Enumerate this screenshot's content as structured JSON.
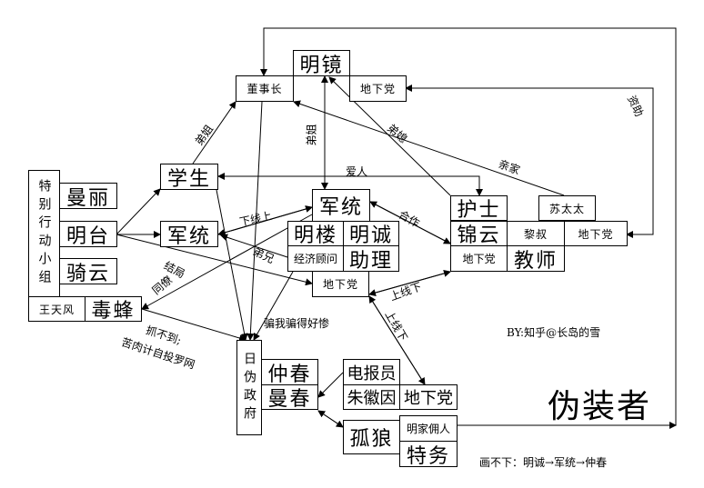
{
  "title": "伪装者",
  "credit": "BY:知乎@长岛的雪",
  "footnote": "画不下：明诚→军统→仲春",
  "nodes": {
    "mingjing": "明镜",
    "chairman": "董事长",
    "mj_party": "地下党",
    "student": "学生",
    "squad": "特别行动小组",
    "manli": "曼丽",
    "mingtai": "明台",
    "qiyun": "骑云",
    "wangtianfeng": "王天风",
    "dufeng": "毒蜂",
    "juntong_left": "军统",
    "juntong_center": "军统",
    "minglou": "明楼",
    "mingcheng": "明诚",
    "econ_advisor": "经济顾问",
    "assistant": "助理",
    "ml_party": "地下党",
    "nurse": "护士",
    "mrs_su": "苏太太",
    "jinyun": "锦云",
    "lishu": "黎叔",
    "ls_party": "地下党",
    "jy_party": "地下党",
    "teacher": "教师",
    "puppet_gov": "日伪政府",
    "zhongchun": "仲春",
    "manchun": "曼春",
    "telegrapher": "电报员",
    "zhuhuiyin": "朱徽因",
    "zh_party": "地下党",
    "servant": "明家佣人",
    "agent": "特务",
    "lonewolf": "孤狼"
  },
  "edges": {
    "sibling_student": "弟姐",
    "sibling_juntong": "弟姐",
    "sister_in_law": "弟媳",
    "in_laws": "亲家",
    "funding": "资助",
    "lover": "爱人",
    "cooperate": "合作",
    "handler": "下线上",
    "brothers": "弟兄",
    "colleagues_end": "结局",
    "colleagues": "同僚",
    "cant_catch": "抓不到;",
    "self_trap": "苦肉计自投罗网",
    "deceived": "骗我骗得好惨",
    "upline1": "上线下",
    "upline2": "上线下"
  }
}
